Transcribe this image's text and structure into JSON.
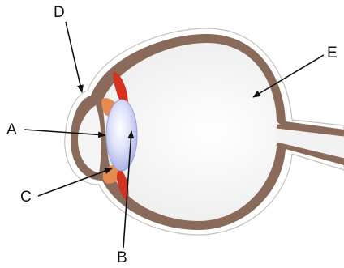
{
  "labels": {
    "a": "A",
    "b": "B",
    "c": "C",
    "d": "D",
    "e": "E"
  },
  "colors": {
    "sclera": "#8a6a5a",
    "outline": "#b8aca6",
    "interior": "#f2f2f2",
    "iris": "#d4311f",
    "ciliary_body": "#e58a50",
    "lens": "#c9cdf0",
    "arrow": "#111111"
  }
}
